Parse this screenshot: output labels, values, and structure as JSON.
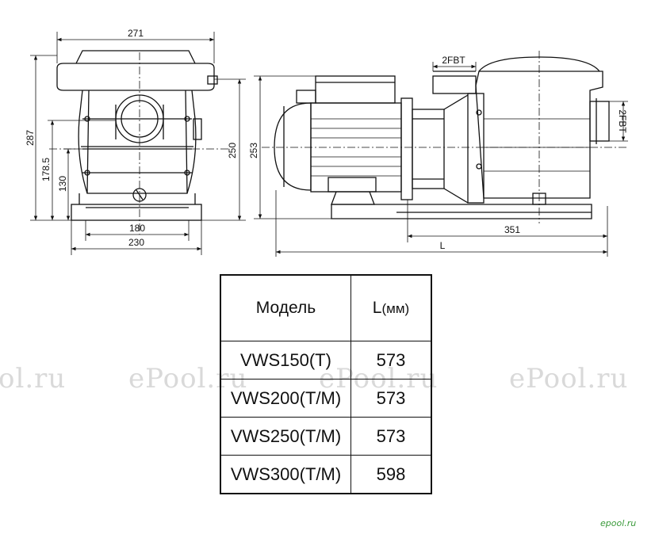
{
  "dimensions": {
    "front_width_top": "271",
    "front_height_total": "287",
    "front_height_inlet": "178.5",
    "front_height_base": "130",
    "front_height_right": "250",
    "front_base_inner": "180",
    "front_base_outer": "230",
    "side_height": "253",
    "side_outlet_top": "2FBT",
    "side_outlet_right": "2FBT",
    "side_length_pump": "351",
    "side_length_total": "L"
  },
  "table": {
    "header_model": "Модель",
    "header_length": "L",
    "header_length_unit": "(мм)",
    "rows": [
      {
        "model": "VWS150(T)",
        "length": "573"
      },
      {
        "model": "VWS200(T/M)",
        "length": "573"
      },
      {
        "model": "VWS250(T/M)",
        "length": "573"
      },
      {
        "model": "VWS300(T/M)",
        "length": "598"
      }
    ]
  },
  "watermark": "ePool.ru",
  "watermark_partial": "ol.ru",
  "corner_logo": "epool.ru",
  "colors": {
    "line": "#111111",
    "watermark": "#d9d9d9",
    "logo": "#3a9a3a"
  }
}
